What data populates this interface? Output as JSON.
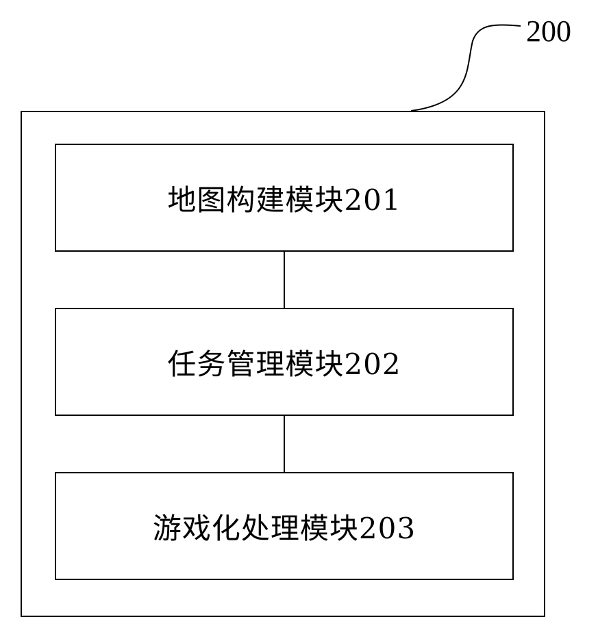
{
  "diagram": {
    "reference_label": "200",
    "modules": [
      {
        "label": "地图构建模块201"
      },
      {
        "label": "任务管理模块202"
      },
      {
        "label": "游戏化处理模块203"
      }
    ]
  }
}
